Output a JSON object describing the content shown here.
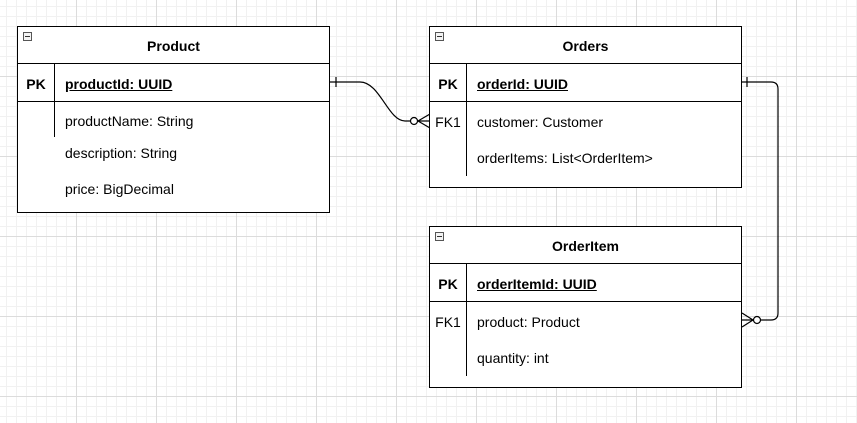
{
  "entities": {
    "product": {
      "title": "Product",
      "pk_label": "PK",
      "pk_field": "productId: UUID",
      "attributes": [
        "productName: String",
        "description: String",
        "price: BigDecimal"
      ]
    },
    "orders": {
      "title": "Orders",
      "pk_label": "PK",
      "pk_field": "orderId: UUID",
      "fk_label": "FK1",
      "attributes": [
        "customer: Customer",
        "orderItems: List<OrderItem>"
      ]
    },
    "orderitem": {
      "title": "OrderItem",
      "pk_label": "PK",
      "pk_field": "orderItemId: UUID",
      "fk_label": "FK1",
      "attributes": [
        "product: Product",
        "quantity: int"
      ]
    }
  },
  "relationships": [
    {
      "from": "Product",
      "to": "Orders",
      "from_cardinality": "one",
      "to_cardinality": "zero-or-many"
    },
    {
      "from": "Orders",
      "to": "OrderItem",
      "from_cardinality": "one",
      "to_cardinality": "zero-or-many"
    }
  ]
}
